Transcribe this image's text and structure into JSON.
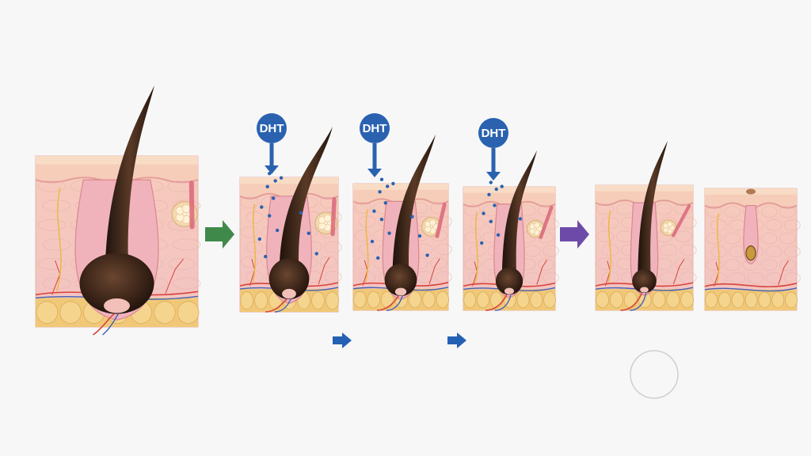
{
  "diagram": {
    "stages": [
      {
        "id": "stage-1",
        "state": "healthy follicle",
        "dht": false
      },
      {
        "id": "stage-2",
        "state": "early miniaturization",
        "dht": true
      },
      {
        "id": "stage-3",
        "state": "miniaturizing",
        "dht": true
      },
      {
        "id": "stage-4",
        "state": "advanced miniaturization",
        "dht": true
      },
      {
        "id": "stage-5",
        "state": "vellus-like follicle",
        "dht": false
      },
      {
        "id": "stage-6",
        "state": "dormant follicle",
        "dht": false
      }
    ],
    "dht_label": "DHT",
    "colors": {
      "skin": "#f4c7c0",
      "epidermis": "#f7d2bc",
      "fat": "#f0c878",
      "hair": "#3a2418",
      "dht_badge": "#2a62b0",
      "arrow_green": "#3f8a4a",
      "arrow_purple": "#6e4aa8",
      "arrow_blue": "#2460b4"
    },
    "icons": [
      "dht-badge-icon",
      "right-arrow-icon",
      "circle-outline-icon"
    ]
  }
}
